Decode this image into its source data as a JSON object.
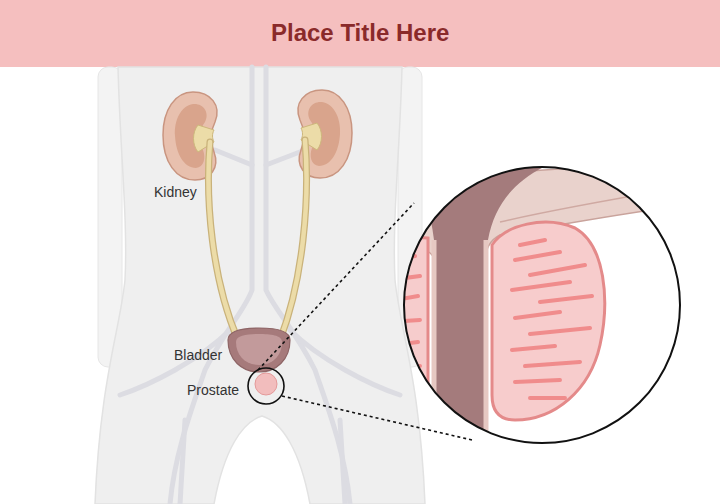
{
  "diagram": {
    "title": "Place Title Here",
    "labels": [
      "Kidney",
      "Bladder",
      "Prostate"
    ]
  }
}
